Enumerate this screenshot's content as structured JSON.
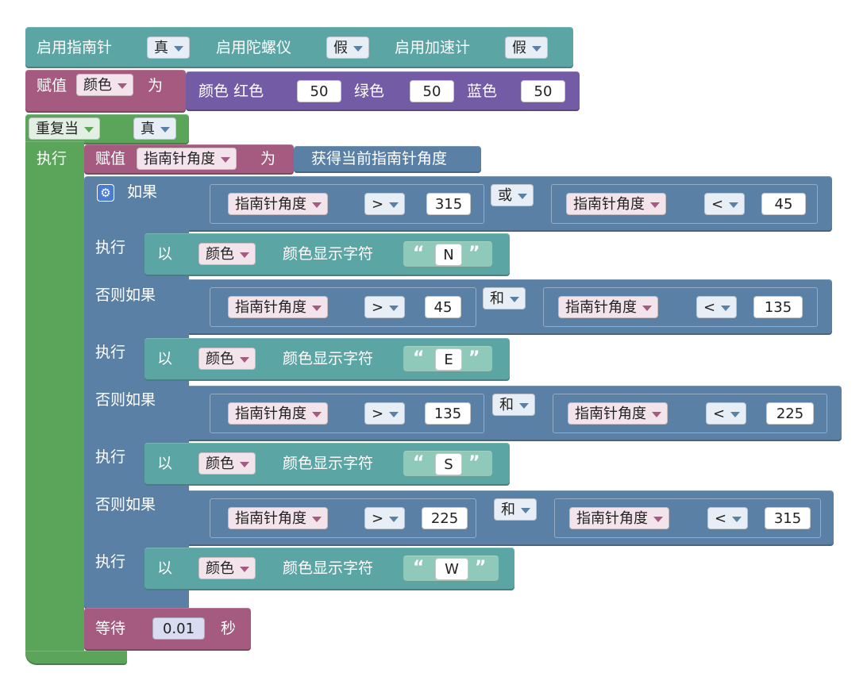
{
  "init": {
    "compass_label": "启用指南针",
    "compass_value": "真",
    "gyro_label": "启用陀螺仪",
    "gyro_value": "假",
    "accel_label": "启用加速计",
    "accel_value": "假"
  },
  "assign_color": {
    "set_label": "赋值",
    "var_name": "颜色",
    "to_label": "为",
    "color_label": "颜色",
    "red_label": "红色",
    "red_value": "50",
    "green_label": "绿色",
    "green_value": "50",
    "blue_label": "蓝色",
    "blue_value": "50"
  },
  "loop": {
    "label": "重复当",
    "condition": "真",
    "do_label": "执行"
  },
  "assign_heading": {
    "set_label": "赋值",
    "var_name": "指南针角度",
    "to_label": "为",
    "getter_label": "获得当前指南针角度"
  },
  "if_block": {
    "if_label": "如果",
    "do_label": "执行",
    "elseif_label": "否则如果",
    "show_prefix": "以",
    "show_var": "颜色",
    "show_label": "颜色显示字符",
    "quote_open": "“",
    "quote_close": "”",
    "branches": [
      {
        "logic": "或",
        "var1": "指南针角度",
        "op1": ">",
        "val1": "315",
        "var2": "指南针角度",
        "op2": "<",
        "val2": "45",
        "char": "N"
      },
      {
        "logic": "和",
        "var1": "指南针角度",
        "op1": ">",
        "val1": "45",
        "var2": "指南针角度",
        "op2": "<",
        "val2": "135",
        "char": "E"
      },
      {
        "logic": "和",
        "var1": "指南针角度",
        "op1": ">",
        "val1": "135",
        "var2": "指南针角度",
        "op2": "<",
        "val2": "225",
        "char": "S"
      },
      {
        "logic": "和",
        "var1": "指南针角度",
        "op1": ">",
        "val1": "225",
        "var2": "指南针角度",
        "op2": "<",
        "val2": "315",
        "char": "W"
      }
    ]
  },
  "wait": {
    "label": "等待",
    "value": "0.01",
    "unit": "秒"
  },
  "colors": {
    "teal": "#5ba5a5",
    "maroon": "#a55b80",
    "purple": "#745ba5",
    "green": "#5ba55b",
    "blue": "#5b80a5"
  }
}
